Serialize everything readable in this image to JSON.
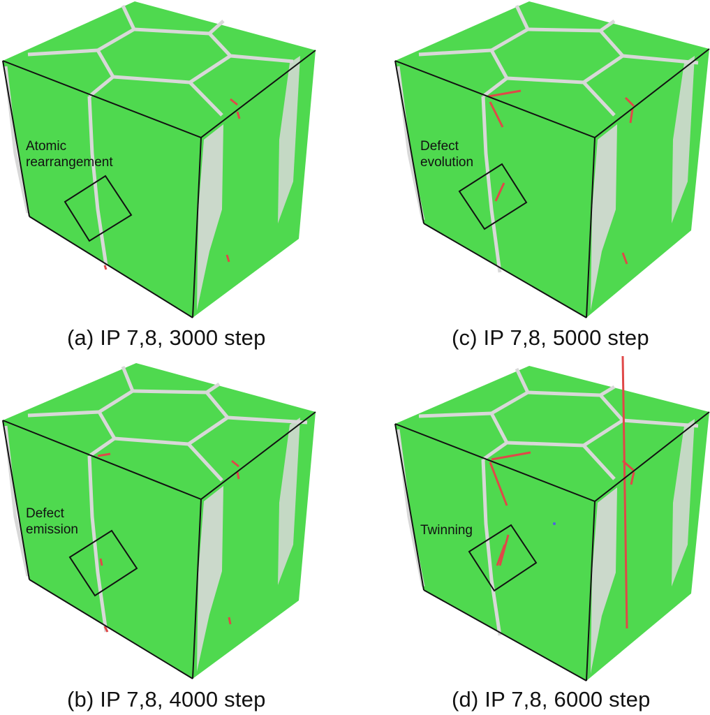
{
  "colors": {
    "fcc_green": "#4fd94f",
    "grain_boundary": "#d8d8d8",
    "hcp_red": "#e04848",
    "bcc_blue": "#5060e0",
    "edge": "#111111",
    "background": "#ffffff"
  },
  "panels": [
    {
      "id": "a",
      "caption": "(a) IP 7,8, 3000 step",
      "annotation_line1": "Atomic",
      "annotation_line2": "rearrangement"
    },
    {
      "id": "c",
      "caption": "(c) IP 7,8, 5000 step",
      "annotation_line1": "Defect",
      "annotation_line2": "evolution"
    },
    {
      "id": "b",
      "caption": "(b) IP 7,8, 4000 step",
      "annotation_line1": "Defect",
      "annotation_line2": "emission"
    },
    {
      "id": "d",
      "caption": "(d) IP 7,8, 6000 step",
      "annotation_line1": "Twinning",
      "annotation_line2": ""
    }
  ]
}
